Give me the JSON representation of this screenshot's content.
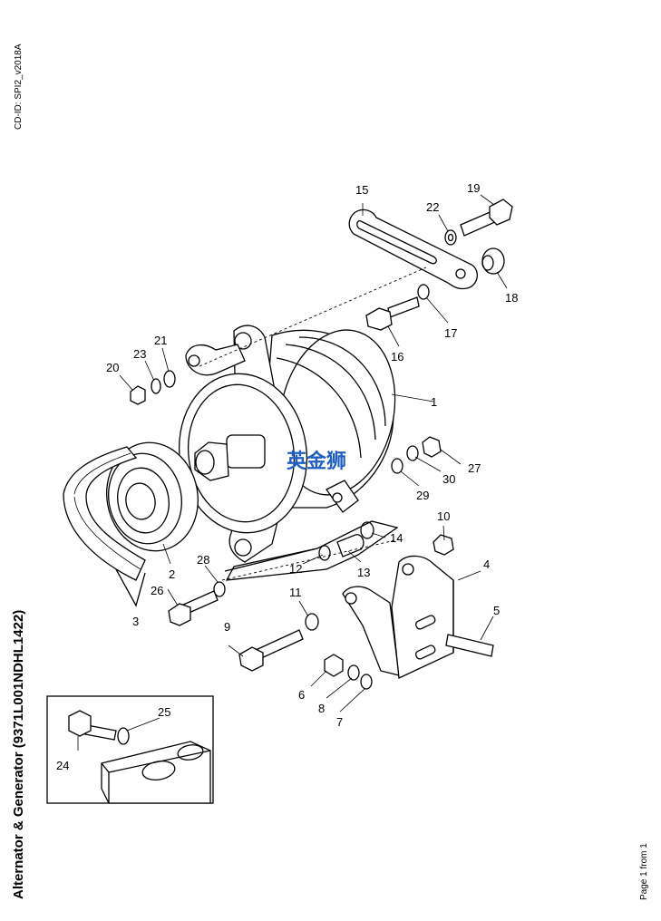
{
  "document": {
    "cd_id": "CD-ID: SPI2_v2018A",
    "title": "Alternator & Generator (9371L001NDHL1422)",
    "page_label": "Page 1 from 1",
    "watermark": "英金狮"
  },
  "callouts": [
    "1",
    "2",
    "3",
    "4",
    "5",
    "6",
    "7",
    "8",
    "9",
    "10",
    "11",
    "12",
    "13",
    "14",
    "15",
    "16",
    "17",
    "18",
    "19",
    "20",
    "21",
    "22",
    "23",
    "24",
    "25",
    "26",
    "27",
    "28",
    "29",
    "30"
  ]
}
